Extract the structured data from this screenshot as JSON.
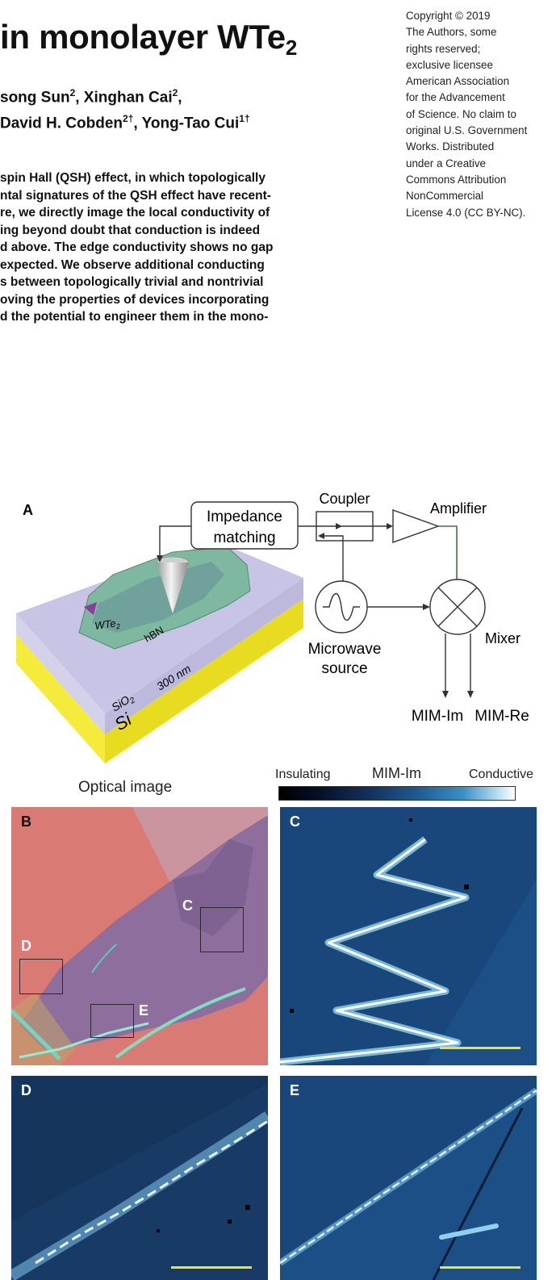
{
  "header": {
    "title": "in monolayer WTe",
    "title_sub": "2",
    "authors_line1": [
      {
        "t": "song Sun"
      },
      {
        "s": "2"
      },
      {
        "t": ", Xinghan Cai"
      },
      {
        "s": "2"
      },
      {
        "t": ","
      }
    ],
    "authors_line2": [
      {
        "t": "David H. Cobden"
      },
      {
        "s": "2†"
      },
      {
        "t": ", Yong-Tao Cui"
      },
      {
        "s": "1†"
      }
    ],
    "abstract_lines": [
      "spin Hall (QSH) effect, in which topologically",
      "ntal signatures of the QSH effect have recent-",
      "re, we directly image the local conductivity of",
      "ing beyond doubt that conduction is indeed",
      "d above. The edge conductivity shows no gap",
      "expected. We observe additional conducting",
      "s between topologically trivial and nontrivial",
      "oving the properties of devices incorporating",
      "d the potential to engineer them in the mono-"
    ],
    "copyright_lines": [
      "Copyright © 2019",
      "The Authors, some",
      "rights reserved;",
      "exclusive licensee",
      "American Association",
      "for the Advancement",
      "of Science. No claim to",
      "original U.S. Government",
      "Works. Distributed",
      "under a Creative",
      "Commons Attribution",
      "NonCommercial",
      "License 4.0 (CC BY-NC)."
    ]
  },
  "figure": {
    "panel_a": {
      "label": "A",
      "impedance_line1": "Impedance",
      "impedance_line2": "matching",
      "coupler": "Coupler",
      "amplifier": "Amplifier",
      "mixer": "Mixer",
      "microwave_line1": "Microwave",
      "microwave_line2": "source",
      "mim_im": "MIM-Im",
      "mim_re": "MIM-Re",
      "wte2": "WTe",
      "wte2_sub": "2",
      "hbn": "hBN",
      "thickness": "300 nm",
      "sio2": "SiO",
      "sio2_sub": "2",
      "si": "Si"
    },
    "colorbar": {
      "title": "MIM-Im",
      "left": "Insulating",
      "right": "Conductive"
    },
    "optical_caption": "Optical image",
    "panel_b": {
      "label": "B",
      "boxes": [
        "C",
        "D",
        "E"
      ]
    },
    "panel_c": {
      "label": "C"
    },
    "panel_d": {
      "label": "D"
    },
    "panel_e": {
      "label": "E"
    },
    "colors": {
      "si": "#f5eb3a",
      "sio2": "#c9c6e6",
      "hbn": "#7fb8a0",
      "optical_bg": "#d97b74",
      "mim_bg": "#1c4f86",
      "scalebar": "#f2e22a",
      "signal_line": "#3a7a3a"
    }
  }
}
